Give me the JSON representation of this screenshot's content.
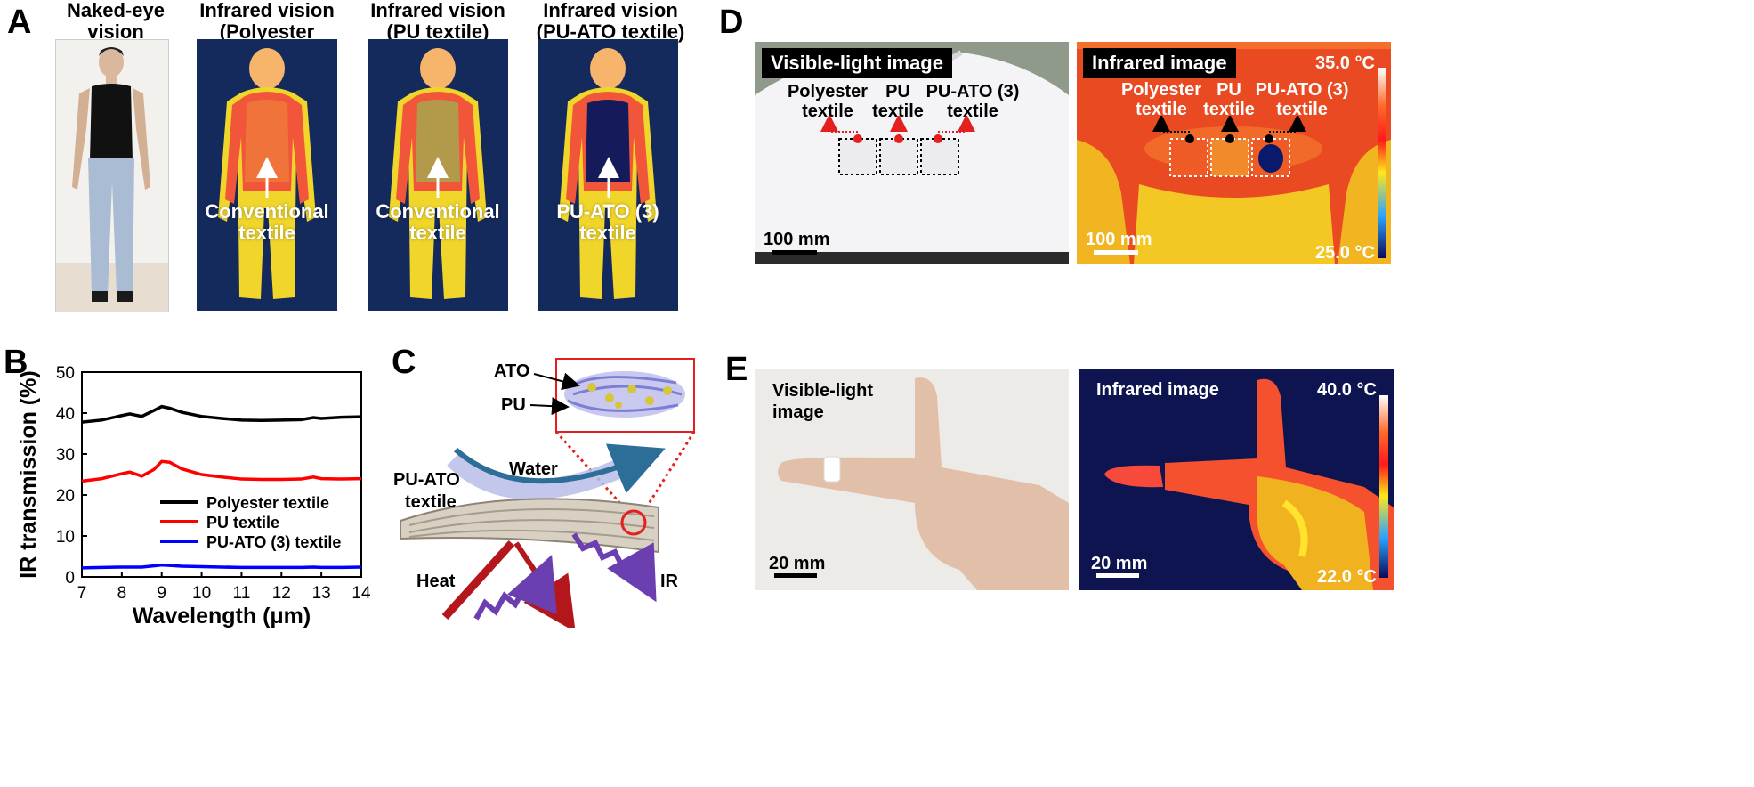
{
  "panels": {
    "A": "A",
    "B": "B",
    "C": "C",
    "D": "D",
    "E": "E"
  },
  "panel_a": {
    "headers": [
      [
        "Naked-eye vision"
      ],
      [
        "Infrared vision",
        "(Polyester textile)"
      ],
      [
        "Infrared vision",
        "(PU textile)"
      ],
      [
        "Infrared vision",
        "(PU-ATO textile)"
      ]
    ],
    "labels": [
      [
        "Conventional",
        "textile"
      ],
      [
        "Conventional",
        "textile"
      ],
      [
        "PU-ATO (3)",
        "textile"
      ]
    ],
    "torso_colors": [
      "#f0743a",
      "#b39a4a",
      "#151a5a"
    ]
  },
  "chart_data": {
    "type": "line",
    "xlabel": "Wavelength (μm)",
    "ylabel": "IR transmission (%)",
    "xlim": [
      7,
      14
    ],
    "ylim": [
      0,
      50
    ],
    "xticks": [
      7,
      8,
      9,
      10,
      11,
      12,
      13,
      14
    ],
    "yticks": [
      0,
      10,
      20,
      30,
      40,
      50
    ],
    "grid": false,
    "legend_position": "bottom-right",
    "x": [
      7,
      7.5,
      8,
      8.2,
      8.5,
      8.8,
      9,
      9.2,
      9.5,
      10,
      10.5,
      11,
      11.5,
      12,
      12.5,
      12.8,
      13,
      13.5,
      14
    ],
    "series": [
      {
        "name": "Polyester textile",
        "color": "#000000",
        "values": [
          37.8,
          38.3,
          39.4,
          39.8,
          39.2,
          40.6,
          41.6,
          41.2,
          40.2,
          39.2,
          38.7,
          38.3,
          38.2,
          38.3,
          38.4,
          38.9,
          38.7,
          39.0,
          39.1
        ]
      },
      {
        "name": "PU textile",
        "color": "#ff0000",
        "values": [
          23.4,
          24.0,
          25.2,
          25.6,
          24.6,
          26.2,
          28.2,
          28.0,
          26.4,
          25.0,
          24.4,
          23.9,
          23.8,
          23.8,
          23.9,
          24.4,
          24.0,
          23.9,
          24.0
        ]
      },
      {
        "name": "PU-ATO (3) textile",
        "color": "#0000ff",
        "values": [
          2.2,
          2.3,
          2.4,
          2.4,
          2.4,
          2.7,
          2.9,
          2.8,
          2.6,
          2.5,
          2.4,
          2.3,
          2.3,
          2.3,
          2.3,
          2.4,
          2.3,
          2.3,
          2.4
        ]
      }
    ]
  },
  "panel_c": {
    "ato": "ATO",
    "pu": "PU",
    "water": "Water",
    "textile": [
      "PU-ATO",
      "textile"
    ],
    "heat": "Heat",
    "ir": "IR"
  },
  "panel_d": {
    "visible_tag": "Visible-light  image",
    "infrared_tag": "Infrared image",
    "labels": [
      [
        "Polyester",
        "textile"
      ],
      [
        "PU",
        "textile"
      ],
      [
        "PU-ATO (3)",
        "textile"
      ]
    ],
    "scale": "100 mm",
    "tmax": "35.0 °C",
    "tmin": "25.0 °C"
  },
  "panel_e": {
    "visible_tag": [
      "Visible-light",
      "image"
    ],
    "infrared_tag": "Infrared image",
    "scale": "20 mm",
    "tmax": "40.0 °C",
    "tmin": "22.0 °C"
  }
}
